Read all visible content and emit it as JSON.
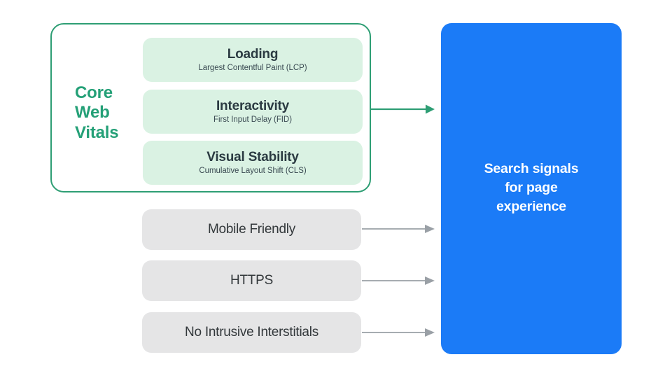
{
  "diagram": {
    "title": "Search signals for page experience",
    "colors": {
      "green_outline": "#2E9E74",
      "green_label": "#24A077",
      "green_card_bg": "#DAF2E3",
      "gray_card_bg": "#E5E5E6",
      "blue_box": "#1B7BF7",
      "gray_arrow": "#9AA0A6",
      "green_arrow": "#2E9E74",
      "dark_text": "#2B3B42"
    }
  },
  "core_web_vitals": {
    "label_lines": [
      "Core",
      "Web",
      "Vitals"
    ],
    "label_text": "Core Web Vitals",
    "cards": [
      {
        "title": "Loading",
        "subtitle": "Largest Contentful Paint (LCP)"
      },
      {
        "title": "Interactivity",
        "subtitle": "First Input Delay (FID)"
      },
      {
        "title": "Visual Stability",
        "subtitle": "Cumulative Layout Shift (CLS)"
      }
    ]
  },
  "other_signals": [
    {
      "label": "Mobile Friendly"
    },
    {
      "label": "HTTPS"
    },
    {
      "label": "No Intrusive Interstitials"
    }
  ],
  "destination": {
    "text": "Search signals\nfor page\nexperience"
  },
  "connectors": [
    {
      "name": "core-web-vitals-arrow",
      "color": "#2E9E74"
    },
    {
      "name": "mobile-friendly-arrow",
      "color": "#9AA0A6"
    },
    {
      "name": "https-arrow",
      "color": "#9AA0A6"
    },
    {
      "name": "no-intrusive-interstitials-arrow",
      "color": "#9AA0A6"
    }
  ]
}
